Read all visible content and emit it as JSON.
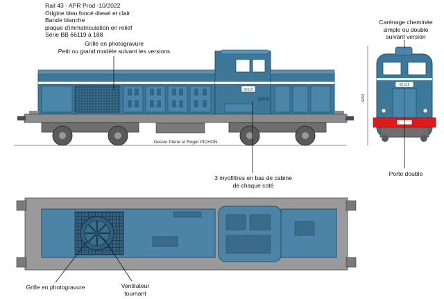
{
  "header": {
    "lines": [
      "Rail 43 - APR Prod -10/2022",
      "Origine bleu foncé diesel et clair",
      "Bande blanche",
      "plaque d'immatriculation en relief",
      "Série BB 66119 à 188"
    ]
  },
  "callouts": {
    "grille_top": [
      "Grille en photogravure",
      "Petit ou grand modèle suivant les versions"
    ],
    "carenage": [
      "Carénage cheminée",
      "simple ou double",
      "suivant version"
    ],
    "myofiltres": [
      "3 myofiltres en bas de cabine",
      "de chaque coté"
    ],
    "porte": "Porte double",
    "grille_bottom": "Grille en photogravure",
    "ventilateur": [
      "Ventilateur",
      "tournant"
    ]
  },
  "credit": "Dessin Pierre et Roger PICHON",
  "plates": {
    "side": "66119",
    "front": "66 119"
  },
  "dimension_label": "4260",
  "colors": {
    "body_blue": "#3d7898",
    "light_blue": "#6fa3c4",
    "dark_blue": "#1f4f6c",
    "stripe": "#ffffff",
    "chassis": "#8c8c8c",
    "chassis_dark": "#4a4a4a",
    "buffer_red": "#e0191b",
    "roof_blue": "#4c84a8"
  }
}
